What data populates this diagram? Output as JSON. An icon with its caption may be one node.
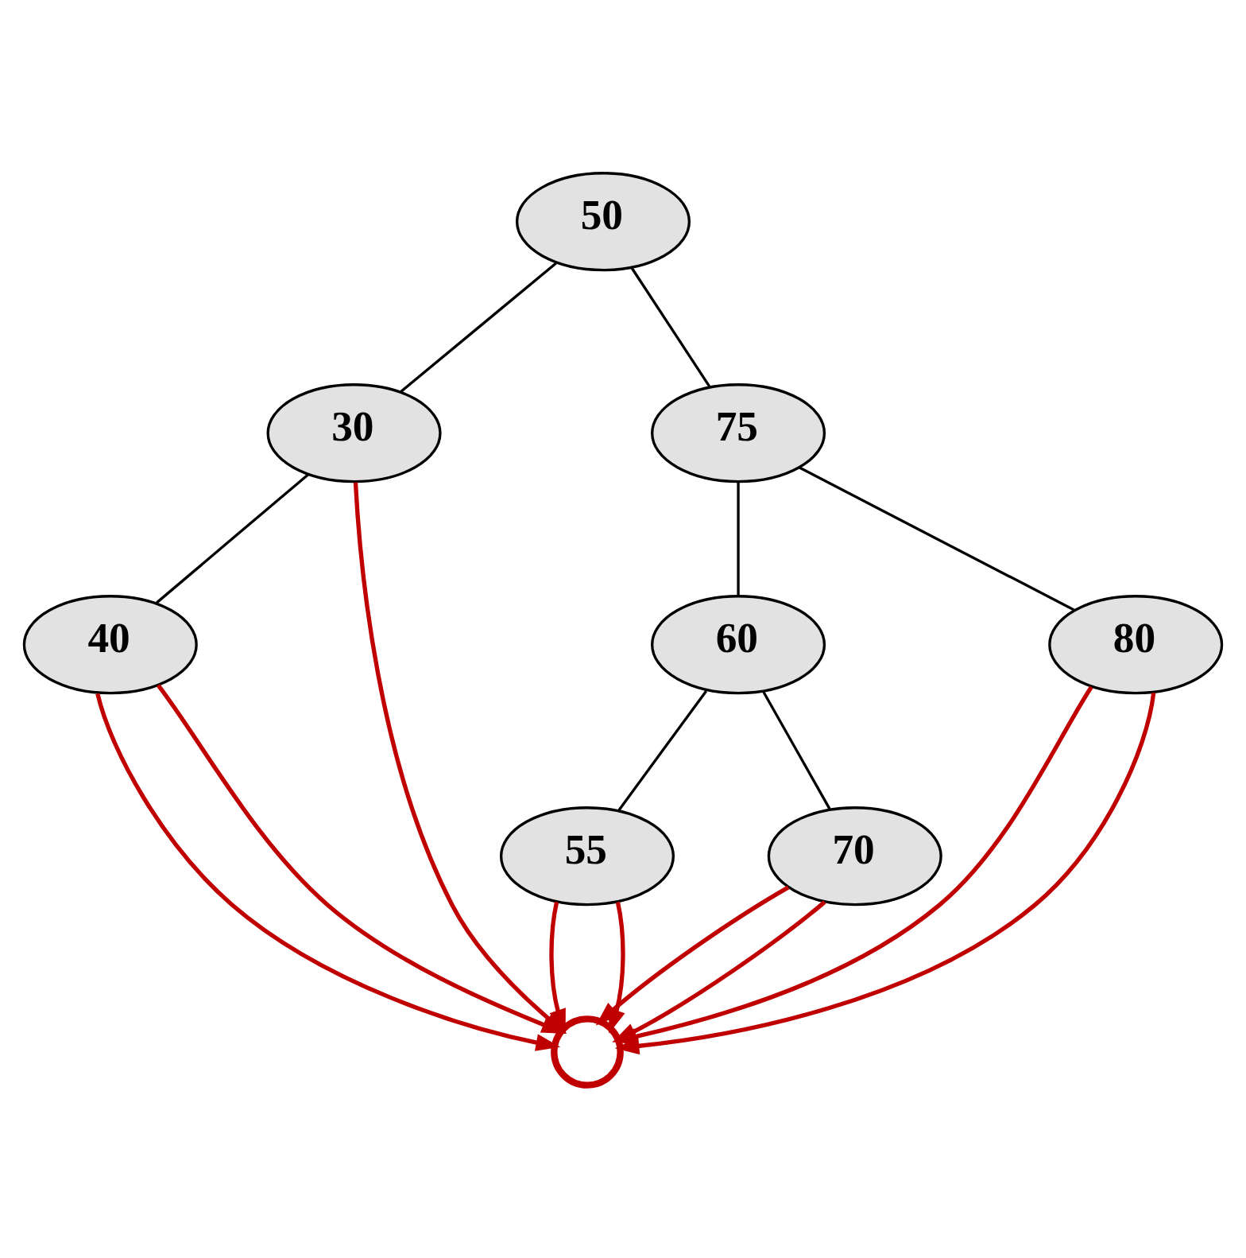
{
  "diagram": {
    "nodes": [
      {
        "text": [
          "50"
        ]
      },
      {
        "text": [
          "30"
        ]
      },
      {
        "text": [
          "75"
        ]
      },
      {
        "text": [
          "40"
        ]
      },
      {
        "text": [
          "60"
        ]
      },
      {
        "text": [
          "80"
        ]
      },
      {
        "text": [
          "55"
        ]
      },
      {
        "text": [
          "70"
        ]
      },
      {
        "text": [],
        "shape": "circle"
      }
    ],
    "edges": [
      {
        "from": 0,
        "to": 1,
        "arrow": "none",
        "color": "#000000"
      },
      {
        "from": 0,
        "to": 2,
        "arrow": "none",
        "color": "#000000"
      },
      {
        "from": 1,
        "to": 3,
        "arrow": "none",
        "color": "#000000"
      },
      {
        "from": 2,
        "to": 4,
        "arrow": "none",
        "color": "#000000"
      },
      {
        "from": 2,
        "to": 5,
        "arrow": "none",
        "color": "#000000"
      },
      {
        "from": 4,
        "to": 6,
        "arrow": "none",
        "color": "#000000"
      },
      {
        "from": 4,
        "to": 7,
        "arrow": "none",
        "color": "#000000"
      },
      {
        "from": 1,
        "to": 8,
        "arrow": "to"
      },
      {
        "from": 3,
        "to": 8,
        "arrow": "to"
      },
      {
        "from": 3,
        "to": 8,
        "arrow": "to"
      },
      {
        "from": 6,
        "to": 8,
        "arrow": "to"
      },
      {
        "from": 6,
        "to": 8,
        "arrow": "to"
      },
      {
        "from": 7,
        "to": 8,
        "arrow": "to"
      },
      {
        "from": 7,
        "to": 8,
        "arrow": "to"
      },
      {
        "from": 5,
        "to": 8,
        "arrow": "to"
      },
      {
        "from": 5,
        "to": 8,
        "arrow": "to"
      }
    ]
  }
}
